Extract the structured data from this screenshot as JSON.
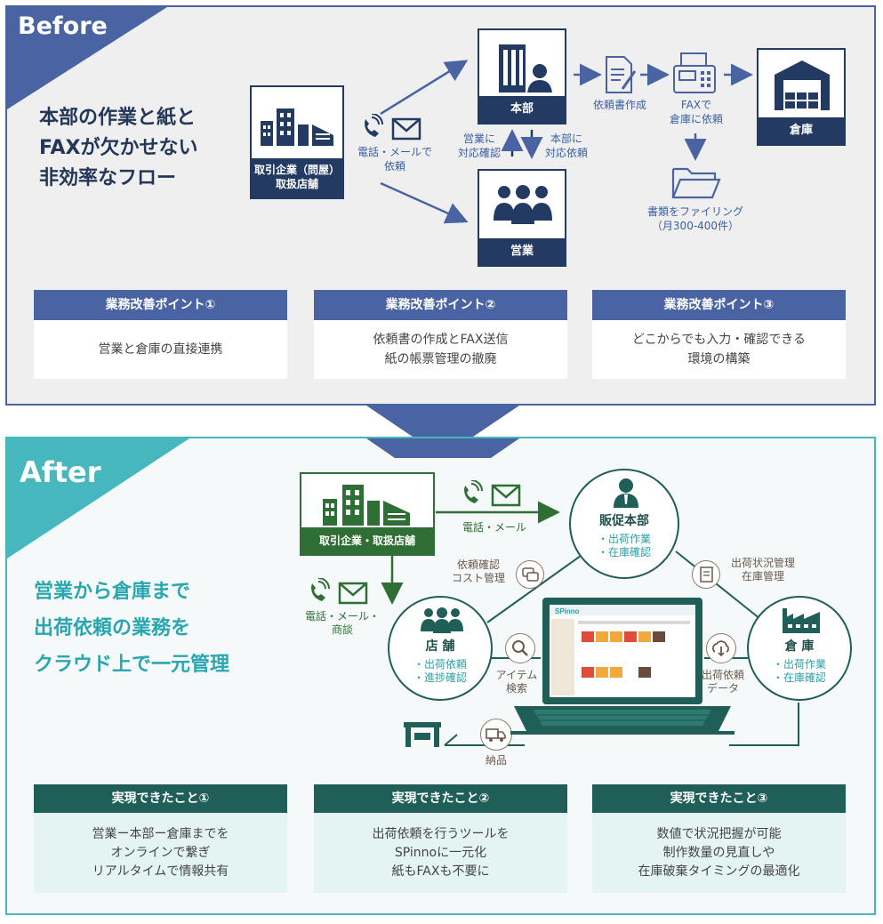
{
  "before": {
    "tag": "Before",
    "heading": [
      "本部の作業と紙と",
      "FAXが欠かせない",
      "非効率なフロー"
    ],
    "client_box": [
      "取引企業（問屋）",
      "取扱店舗"
    ],
    "contact_label": [
      "電話・メールで",
      "依頼"
    ],
    "hq_label": "本部",
    "sales_label": "営業",
    "warehouse_label": "倉庫",
    "sales_to_hq": [
      "営業に",
      "対応確認"
    ],
    "hq_to_sales": [
      "本部に",
      "対応依頼"
    ],
    "doc_create": "依頼書作成",
    "fax_label": [
      "FAXで",
      "倉庫に依頼"
    ],
    "filing": [
      "書類をファイリング",
      "（月300-400件）"
    ],
    "points": [
      {
        "title": "業務改善ポイント①",
        "lines": [
          "営業と倉庫の直接連携"
        ]
      },
      {
        "title": "業務改善ポイント②",
        "lines": [
          "依頼書の作成とFAX送信",
          "紙の帳票管理の撤廃"
        ]
      },
      {
        "title": "業務改善ポイント③",
        "lines": [
          "どこからでも入力・確認できる",
          "環境の構築"
        ]
      }
    ]
  },
  "after": {
    "tag": "After",
    "heading": [
      "営業から倉庫まで",
      "出荷依頼の業務を",
      "クラウド上で一元管理"
    ],
    "client_box": "取引企業・取扱店舗",
    "phone_mail": "電話・メール",
    "phone_mail_meeting": [
      "電話・メール・",
      "商談"
    ],
    "hq": {
      "title": "販促本部",
      "items": [
        "・出荷作業",
        "・在庫確認"
      ]
    },
    "store": {
      "title": "店 舗",
      "items": [
        "・出荷依頼",
        "・進捗確認"
      ]
    },
    "warehouse": {
      "title": "倉 庫",
      "items": [
        "・出荷作業",
        "・在庫確認"
      ]
    },
    "req_confirm": [
      "依頼確認",
      "コスト管理"
    ],
    "ship_status": [
      "出荷状況管理",
      "在庫管理"
    ],
    "item_search": [
      "アイテム",
      "検索"
    ],
    "ship_data": [
      "出荷依頼",
      "データ"
    ],
    "delivery": "納品",
    "brand": "SPinno",
    "results": [
      {
        "title": "実現できたこと①",
        "lines": [
          "営業ー本部ー倉庫までを",
          "オンラインで繋ぎ",
          "リアルタイムで情報共有"
        ]
      },
      {
        "title": "実現できたこと②",
        "lines": [
          "出荷依頼を行うツールを",
          "SPinnoに一元化",
          "紙もFAXも不要に"
        ]
      },
      {
        "title": "実現できたこと③",
        "lines": [
          "数値で状況把握が可能",
          "制作数量の見直しや",
          "在庫破棄タイミングの最適化"
        ]
      }
    ]
  },
  "colors": {
    "navy": "#233a63",
    "before_blue": "#4a64a3",
    "teal": "#46b7bd",
    "dark_green": "#1f5f57",
    "green": "#2f6e35"
  }
}
